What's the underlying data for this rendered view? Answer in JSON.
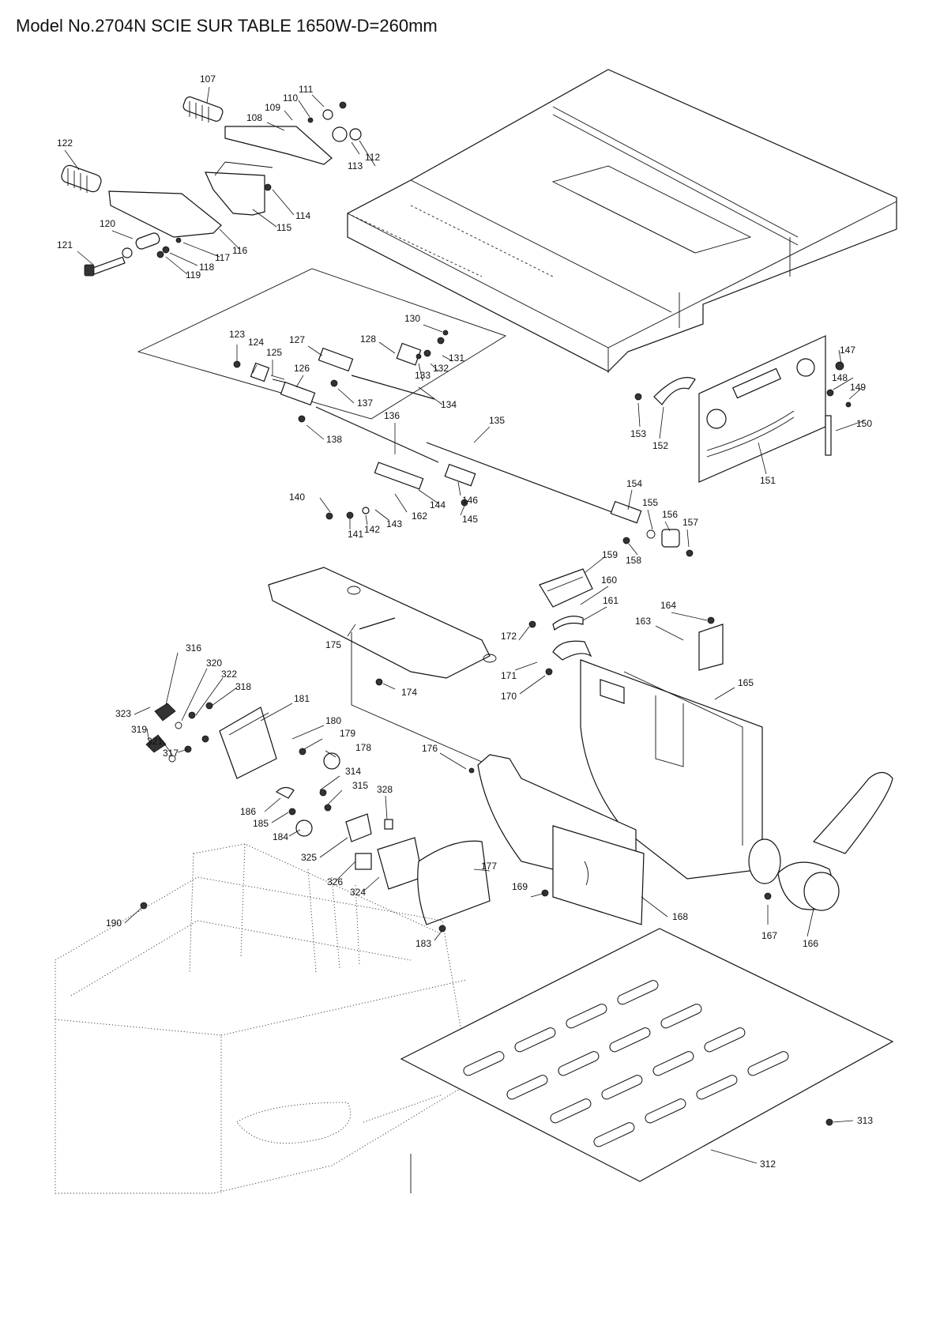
{
  "title": "Model No.2704N SCIE SUR TABLE 1650W-D=260mm",
  "labels": [
    "107",
    "111",
    "110",
    "109",
    "108",
    "112",
    "113",
    "122",
    "114",
    "115",
    "120",
    "116",
    "117",
    "118",
    "119",
    "121",
    "130",
    "123",
    "124",
    "125",
    "127",
    "128",
    "131",
    "132",
    "133",
    "126",
    "137",
    "134",
    "136",
    "135",
    "138",
    "147",
    "148",
    "149",
    "150",
    "151",
    "152",
    "153",
    "140",
    "141",
    "142",
    "143",
    "162",
    "144",
    "146",
    "145",
    "154",
    "155",
    "156",
    "157",
    "158",
    "159",
    "160",
    "161",
    "164",
    "163",
    "165",
    "172",
    "171",
    "170",
    "175",
    "174",
    "316",
    "320",
    "322",
    "318",
    "181",
    "323",
    "319",
    "321",
    "317",
    "180",
    "179",
    "178",
    "176",
    "314",
    "315",
    "328",
    "186",
    "185",
    "184",
    "325",
    "326",
    "324",
    "177",
    "169",
    "168",
    "167",
    "166",
    "190",
    "183",
    "313",
    "312"
  ]
}
